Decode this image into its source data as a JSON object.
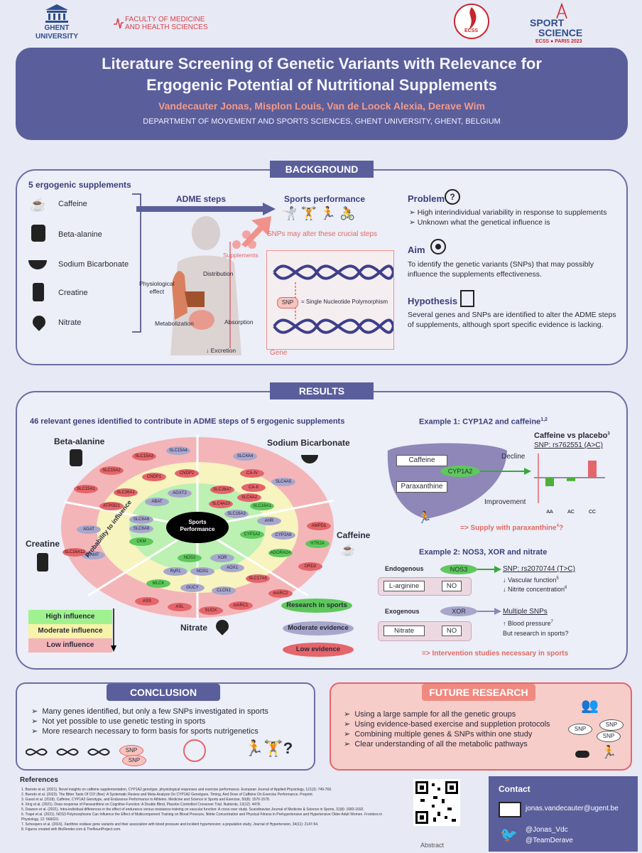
{
  "header": {
    "logo_ghent": "GHENT UNIVERSITY",
    "logo_faculty_1": "FACULTY OF MEDICINE",
    "logo_faculty_2": "AND HEALTH SCIENCES",
    "logo_ecss": "ECSS",
    "logo_sport_1": "SPORT",
    "logo_sport_2": "SCIENCE",
    "logo_sport_3": "ECSS ● PARIS 2023",
    "title_line1": "Literature Screening of Genetic Variants with Relevance for",
    "title_line2": "Ergogenic Potential of Nutritional Supplements",
    "authors": "Vandecauter Jonas, Misplon Louis, Van de Loock Alexia, Derave Wim",
    "department": "DEPARTMENT OF MOVEMENT AND SPORTS SCIENCES, GHENT UNIVERSITY, GHENT, BELGIUM"
  },
  "background": {
    "label": "BACKGROUND",
    "supplements_title": "5 ergogenic supplements",
    "supplements": [
      "Caffeine",
      "Beta-alanine",
      "Sodium Bicarbonate",
      "Creatine",
      "Nitrate"
    ],
    "adme_label": "ADME steps",
    "sports_performance": "Sports performance",
    "snp_alter": "SNPs may alter these crucial steps",
    "supplements_tag": "Supplements",
    "physio_1": "Physiological",
    "physio_2": "effect",
    "distribution": "Distribution",
    "metabolization": "Metabolization",
    "absorption": "Absorption",
    "excretion": "↓ Excretion",
    "snp_tag": "SNP",
    "snp_def": "= Single Nucleotide Polymorphism",
    "gene": "Gene",
    "problem_title": "Problem",
    "problem_items": [
      "High interindividual variability in response to supplements",
      "Unknown what the genetical influence is"
    ],
    "aim_title": "Aim",
    "aim_text_1": "To identify the genetic variants (SNPs) that may possibly",
    "aim_text_2": "influence the supplements effectiveness.",
    "hyp_title": "Hypothesis",
    "hyp_text_1": "Several genes and SNPs are identified to alter the ADME steps",
    "hyp_text_2": "of supplements, although sport specific evidence is lacking."
  },
  "results": {
    "label": "RESULTS",
    "genes_title": "46 relevant genes identified to contribute in ADME steps of 5 ergogenic supplements",
    "quad_beta": "Beta-alanine",
    "quad_sodium": "Sodium Bicarbonate",
    "quad_caffeine": "Caffeine",
    "quad_creatine": "Creatine",
    "quad_nitrate": "Nitrate",
    "center_1": "Sports",
    "center_2": "Performance",
    "prob_arrow": "Probability to influence",
    "influence": [
      "High influence",
      "Moderate influence",
      "Low influence"
    ],
    "evidence": [
      "Research in sports",
      "Moderate evidence",
      "Low evidence"
    ],
    "genes": [
      {
        "t": "SLC15A4",
        "c": "p"
      },
      {
        "t": "SLC15A3",
        "c": "r"
      },
      {
        "t": "SLC15A2",
        "c": "r"
      },
      {
        "t": "CNDP1",
        "c": "r"
      },
      {
        "t": "CNDP2",
        "c": "r"
      },
      {
        "t": "SLC15A1",
        "c": "r"
      },
      {
        "t": "SLC36A1",
        "c": "r"
      },
      {
        "t": "AGXT2",
        "c": "p"
      },
      {
        "t": "ABAT",
        "c": "p"
      },
      {
        "t": "ATPGD1",
        "c": "r"
      },
      {
        "t": "SLC6A6",
        "c": "p"
      },
      {
        "t": "SLC4A4",
        "c": "p"
      },
      {
        "t": "CA-IV",
        "c": "r"
      },
      {
        "t": "CA-II",
        "c": "r"
      },
      {
        "t": "SLC4A5",
        "c": "p"
      },
      {
        "t": "SLC26A7",
        "c": "r"
      },
      {
        "t": "SLC4A2",
        "c": "r"
      },
      {
        "t": "SLC4A10",
        "c": "r"
      },
      {
        "t": "SLC16A1",
        "c": "g"
      },
      {
        "t": "SLC16A3",
        "c": "p"
      },
      {
        "t": "AGAT",
        "c": "p"
      },
      {
        "t": "SLC6A8",
        "c": "p"
      },
      {
        "t": "CKM",
        "c": "g"
      },
      {
        "t": "GAMT",
        "c": "p"
      },
      {
        "t": "SLC16A12",
        "c": "r"
      },
      {
        "t": "CYP1A2",
        "c": "g"
      },
      {
        "t": "AHR",
        "c": "p"
      },
      {
        "t": "CYP2A6",
        "c": "p"
      },
      {
        "t": "AMPD1",
        "c": "r"
      },
      {
        "t": "ADORA2A",
        "c": "g"
      },
      {
        "t": "HTR2A",
        "c": "g"
      },
      {
        "t": "DRD2",
        "c": "r"
      },
      {
        "t": "NOS3",
        "c": "g"
      },
      {
        "t": "XOR",
        "c": "p"
      },
      {
        "t": "RyR1",
        "c": "p"
      },
      {
        "t": "NOS1",
        "c": "p"
      },
      {
        "t": "AOX1",
        "c": "p"
      },
      {
        "t": "SLC17A5",
        "c": "r"
      },
      {
        "t": "MLCK",
        "c": "g"
      },
      {
        "t": "GUCY",
        "c": "p"
      },
      {
        "t": "CLCN1",
        "c": "p"
      },
      {
        "t": "mARC2",
        "c": "r"
      },
      {
        "t": "ASS",
        "c": "r"
      },
      {
        "t": "ASL",
        "c": "r"
      },
      {
        "t": "SUOX",
        "c": "r"
      },
      {
        "t": "mARC1",
        "c": "r"
      }
    ],
    "ex1_title": "Example 1: CYP1A2 and caffeine",
    "ex1_sup": "1,2",
    "ex1_caffeine": "Caffeine",
    "ex1_enzyme": "CYP1A2",
    "ex1_paraxanthine": "Paraxanthine",
    "ex1_supply": "=> Supply with paraxanthine",
    "ex1_supply_sup": "4",
    "ex1_supply_q": "?",
    "ex2_title": "Example 2: NOS3, XOR and nitrate",
    "ex2_endogenous": "Endogenous",
    "ex2_nos3": "NOS3",
    "ex2_snp": "SNP: rs2070744 (T>C)",
    "ex2_larginine": "L-arginine",
    "ex2_no1": "NO",
    "ex2_vasc": "↓  Vascular function",
    "ex2_vasc_sup": "5",
    "ex2_nitrite": "↓  Nitrite concentration",
    "ex2_nitrite_sup": "6",
    "ex2_exogenous": "Exogenous",
    "ex2_xor": "XOR",
    "ex2_multi": "Multiple SNPs",
    "ex2_nitrate": "Nitrate",
    "ex2_no2": "NO",
    "ex2_bp": "↑  Blood pressure",
    "ex2_bp_sup": "7",
    "ex2_research": "But research in sports?",
    "ex2_intervention": "=> Intervention studies necessary in sports"
  },
  "chart_data": {
    "type": "bar",
    "title": "Caffeine vs placebo",
    "title_sup": "3",
    "subtitle": "SNP: rs762551 (A>C)",
    "categories": [
      "AA",
      "AC",
      "CC"
    ],
    "values": [
      -1,
      -0.4,
      2
    ],
    "ylabel_top": "Decline",
    "ylabel_bottom": "Improvement",
    "colors": [
      "#4caf3a",
      "#4caf3a",
      "#e4656a"
    ]
  },
  "conclusion": {
    "label": "CONCLUSION",
    "items": [
      "Many genes identified, but only a few SNPs investigated in sports",
      "Not yet possible to use genetic testing in sports",
      "More research necessary to form basis for sports nutrigenetics"
    ],
    "snp1": "SNP",
    "snp2": "SNP"
  },
  "future": {
    "label": "FUTURE RESEARCH",
    "items": [
      "Using a large sample for all the genetic groups",
      "Using evidence-based exercise and suppletion protocols",
      "Combining multiple genes & SNPs within one study",
      "Clear understanding of all the metabolic pathways"
    ],
    "snp1": "SNP",
    "snp2": "SNP",
    "snp3": "SNP"
  },
  "references": {
    "title": "References",
    "items": [
      "1.   Barreto et al. (2021). Novel insights on caffeine supplementation, CYP1A2 genotype, physiological responses and exercise performance. European Journal of Applied Physiology, 121(3): 749-769.",
      "2.   Barreto et al. (2023). The Bitter Taste Of CO! (flee): A Systematic Review and Meta-Analysis On CYP1A2 Genotypes, Timing, And Dose of Caffeine On Exercise Performance. Preprint.",
      "3.   Guest et al. (2018). Caffeine, CYP1A2 Genotype, and Endurance Performance in Athletes. Medicine and Science in Sports and Exercise, 50(8): 1570-1578.",
      "4.   Xing et al. (2021). Dose-response of Paraxanthine on Cognitive Function: A Double Blind, Placebo Controlled Crossover Trial. Nutrients, 13(12): 4478.",
      "5.   Dawson et al. (2021). Intra-individual differences in the effect of endurance versus resistance training on vascular function: A cross-over study. Scandinavian Journal of Medicine & Science in Sports, 31(8): 1683-1692.",
      "6.   Trapé et al. (2021). NOS3 Polymorphisms Can Influence the Effect of Multicomponent Training on Blood Pressure, Nitrite Concentration and Physical Fitness in Prehypertensive and Hypertensive Older Adult Women. Frontiers in Physiology, 12: 566023.",
      "7.   Scheepers et al. (2016). Xanthine oxidase gene variants and their association with blood pressure and incident hypertension: a population study. Journal of Hypertension, 34(11): 2147-54.",
      "8.   Figures created with BioRender.com & TheNounProject.com."
    ],
    "abstract": "Abstract"
  },
  "contact": {
    "title": "Contact",
    "email": "jonas.vandecauter@ugent.be",
    "handle1": "@Jonas_Vdc",
    "handle2": "@TeamDerave"
  }
}
